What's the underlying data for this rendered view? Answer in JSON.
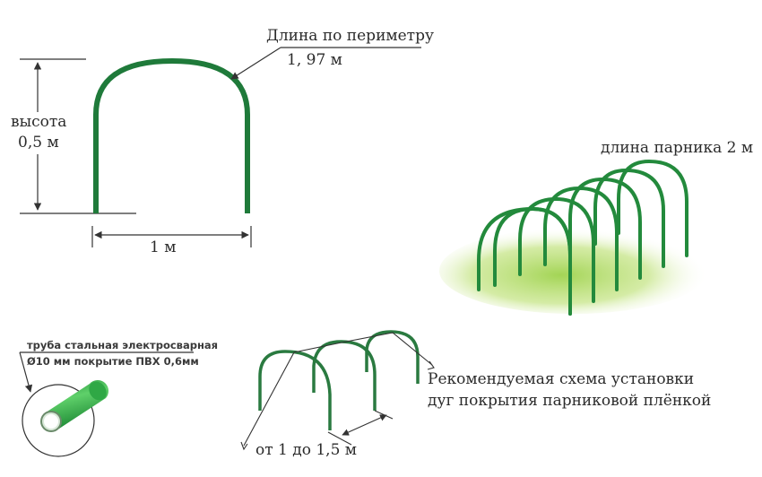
{
  "colors": {
    "arch_green": "#1f7a3a",
    "tunnel_green": "#238a3c",
    "pipe_green": "#2fa845",
    "ground_green": "#a6d85a",
    "line": "#333333"
  },
  "single_arch": {
    "perimeter_label": "Длина по периметру",
    "perimeter_value": "1, 97 м",
    "height_label": "высота",
    "height_value": "0,5 м",
    "width_value": "1 м"
  },
  "tunnel": {
    "length_label": "длина парника 2 м",
    "arch_count": 6
  },
  "pipe": {
    "line1": "труба стальная электросварная",
    "line2": "Ø10 мм покрытие ПВХ 0,6мм"
  },
  "installation": {
    "spacing_label": "от 1 до 1,5 м",
    "caption_line1": "Рекомендуемая схема установки",
    "caption_line2": "дуг покрытия парниковой плёнкой",
    "arch_count": 3
  }
}
